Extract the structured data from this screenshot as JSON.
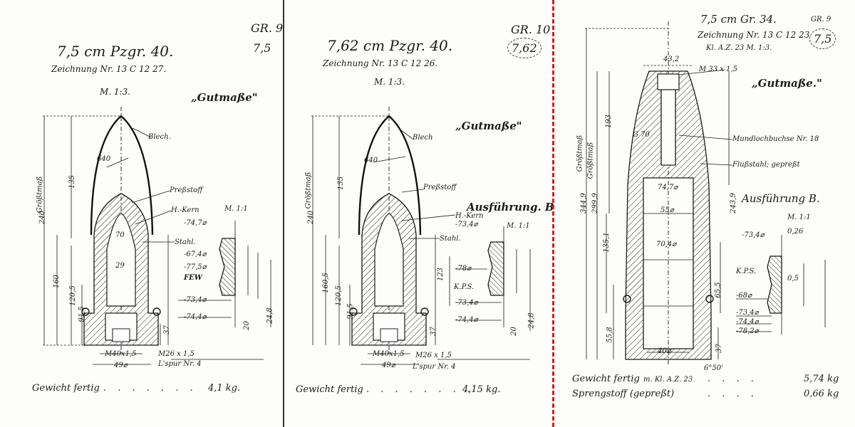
{
  "panels": [
    {
      "title": "7,5 cm Pzgr. 40.",
      "drawing_no": "Zeichnung Nr. 13 C 12 27.",
      "scale": "M. 1:3.",
      "gr_tag": "GR. 9",
      "gr_value": "7,5",
      "gutmasse": "„Gutmaße\"",
      "detail_scale": "M. 1:1",
      "weight_label": "Gewicht fertig",
      "weight_value": "4,1 kg.",
      "labels": {
        "blech": "Blech.",
        "pressstoff": "Preßstoff",
        "hkern": "H.-Kern",
        "stahl": "Stahl.",
        "few": "FEW",
        "m40": "M40x1,5",
        "m26": "M26 x 1,5",
        "lspur": "L'spur Nr. 4",
        "dia49": "49⌀",
        "dia74_7": "-74,7⌀",
        "dia67_4": "-67,4⌀",
        "dia77_5": "-77,5⌀",
        "dia73_4": "-73,4⌀",
        "dia74_4": "-74,4⌀",
        "gross": "Größtmaß",
        "d240": "240",
        "d135": "135",
        "d160": "160",
        "d120_5": "120,5",
        "d91_5": "91,5",
        "d640": "640",
        "d70": "70",
        "d29": "29",
        "d37": "37",
        "d20": "20",
        "d24_8": "24,8"
      }
    },
    {
      "title": "7,62 cm Pzgr. 40.",
      "drawing_no": "Zeichnung Nr. 13 C 12 26.",
      "scale": "M. 1:3.",
      "gr_tag": "GR. 10",
      "gr_value": "7,62",
      "gutmasse": "„Gutmaße\"",
      "ausfuehrung": "Ausführung. B",
      "detail_scale": "M. 1:1",
      "weight_label": "Gewicht fertig",
      "weight_value": "4,15 kg.",
      "labels": {
        "blech": "Blech",
        "pressstoff": "Preßstoff",
        "hkern": "H.-Kern",
        "stahl": "Stahl.",
        "kps": "K.P.S.",
        "m40": "M40x1,5",
        "m26": "M26 x 1,5",
        "lspur": "L'spur Nr. 4",
        "dia49": "49⌀",
        "dia73_4a": "-73,4⌀",
        "dia78": "-78⌀",
        "dia73_4b": "-73,4⌀",
        "dia74_4": "-74,4⌀",
        "gross": "Größtmaß",
        "d240": "240",
        "d135": "135",
        "d160_5": "160,5",
        "d120_5": "120,5",
        "d91_5": "91,5",
        "d640": "640",
        "d123": "123",
        "d37": "37",
        "d20": "20",
        "d24_8": "24,8"
      }
    },
    {
      "title": "7,5 cm Gr. 34.",
      "drawing_no": "Zeichnung Nr. 13 C 12 23",
      "drawing_sub": "Kl. A.Z. 23   M. 1:3.",
      "gr_tag": "GR. 9",
      "gr_value": "7,5",
      "gutmasse": "„Gutmaße.\"",
      "ausfuehrung": "Ausführung B.",
      "detail_scale": "M. 1:1",
      "weight_label": "Gewicht fertig",
      "weight_suffix": "m. Kl. A.Z. 23",
      "weight_value": "5,74 kg",
      "sprengstoff_label": "Sprengstoff (gepreßt)",
      "sprengstoff_value": "0,66 kg",
      "labels": {
        "d43_2": "43,2",
        "m33": "M 33 x 1,5",
        "mundloch": "Mundlochbuchse Nr. 18",
        "flussstahl": "Flußstahl; gepreßt",
        "kps": "K.P.S.",
        "g70": "G 70",
        "dia73_4": "-73,4⌀",
        "dia68": "-68⌀",
        "dia73_4b": "-73,4⌀",
        "dia74_4": "-74,4⌀",
        "dia78_2": "-78,2⌀",
        "d74_7": "74,7⌀",
        "d55": "55⌀",
        "d70_4": "70,4⌀",
        "d40": "40⌀",
        "angle": "6°50'",
        "gross1": "Größtmaß",
        "gross2": "Größtmaß",
        "d344_9": "344,9",
        "d299_9": "299,9",
        "d193": "193",
        "d135_1": "135,1",
        "d243_9": "243,9",
        "d65_5": "65,5",
        "d55_8": "55,8",
        "d37": "37",
        "d0_26": "0,26",
        "d0_5": "0,5"
      }
    }
  ]
}
